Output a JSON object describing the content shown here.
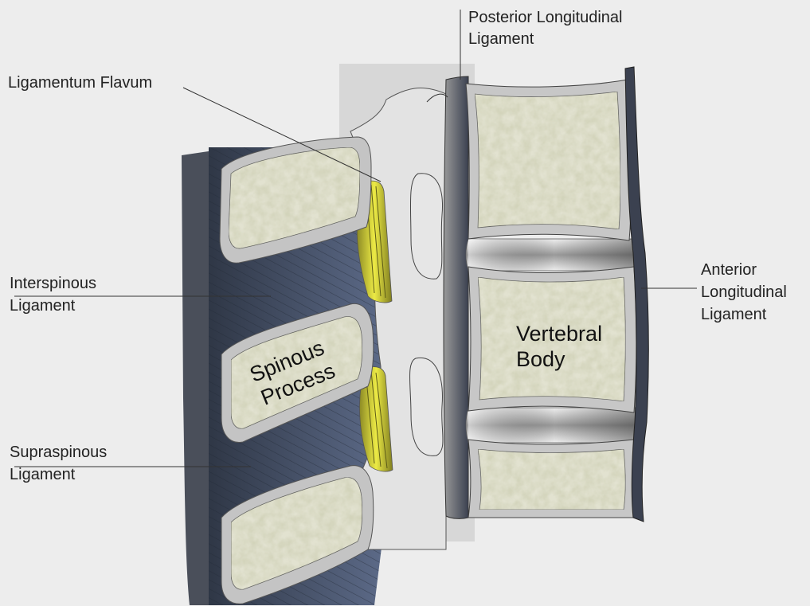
{
  "labels": {
    "posterior_line1": "Posterior Longitudinal",
    "posterior_line2": "Ligament",
    "flavum": "Ligamentum Flavum",
    "interspinous_line1": "Interspinous",
    "interspinous_line2": "Ligament",
    "supraspinous_line1": "Supraspinous",
    "supraspinous_line2": "Ligament",
    "anterior_line1": "Anterior",
    "anterior_line2": "Longitudinal",
    "anterior_line3": "Ligament",
    "spinous_line1": "Spinous",
    "spinous_line2": "Process",
    "vertebral_line1": "Vertebral",
    "vertebral_line2": "Body"
  },
  "colors": {
    "background": "#ededed",
    "panel": "#d6d6d6",
    "bone_fill": "#dfe0cf",
    "cortex": "#c3c3c3",
    "ligament_dark": "#3e4757",
    "ligament_blue": "#55627d",
    "flavum_yellow": "#e4e03a",
    "disc": "#9c9c9c"
  }
}
